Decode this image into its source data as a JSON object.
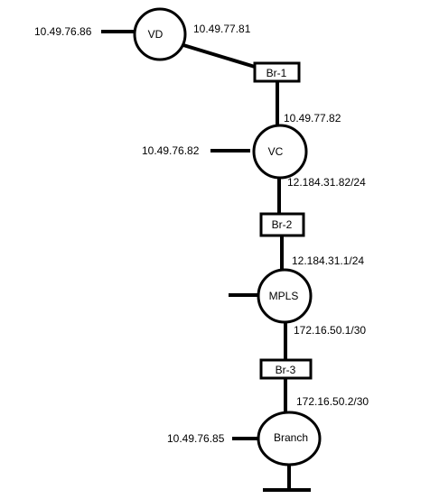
{
  "diagram": {
    "nodes": {
      "vd": "VD",
      "vc": "VC",
      "mpls": "MPLS",
      "branch": "Branch"
    },
    "bridges": {
      "br1": "Br-1",
      "br2": "Br-2",
      "br3": "Br-3"
    },
    "addresses": {
      "vd_left": "10.49.76.86",
      "vd_right": "10.49.77.81",
      "vc_top": "10.49.77.82",
      "vc_left": "10.49.76.82",
      "vc_bottom": "12.184.31.82/24",
      "mpls_top": "12.184.31.1/24",
      "mpls_bottom": "172.16.50.1/30",
      "branch_top": "172.16.50.2/30",
      "branch_left": "10.49.76.85"
    }
  }
}
